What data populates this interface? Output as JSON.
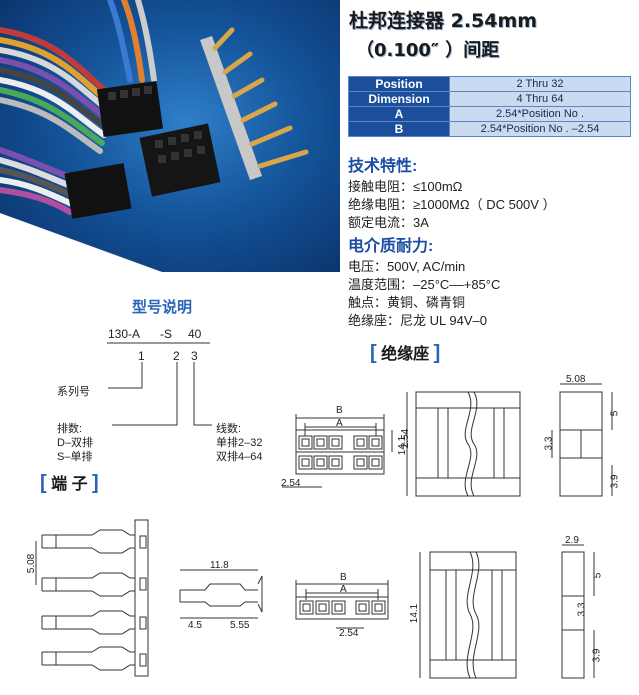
{
  "title": {
    "line1": "杜邦连接器 2.54mm",
    "line2": "（0.100″ ）间距"
  },
  "spec_table": [
    {
      "key": "Position",
      "value": "2 Thru 32"
    },
    {
      "key": "Dimension",
      "value": "4 Thru 64"
    },
    {
      "key": "A",
      "value": "2.54*Position No ."
    },
    {
      "key": "B",
      "value": "2.54*Position No . –2.54"
    }
  ],
  "tech": {
    "title": "技术特性:",
    "lines": [
      "接触电阻：≤100mΩ",
      "绝缘电阻：≥1000MΩ（ DC 500V ）",
      "额定电流：3A"
    ]
  },
  "dielectric": {
    "title": "电介质耐力:",
    "lines": [
      "电压：500V, AC/min",
      "温度范围：–25°C––+85°C",
      "触点：黄铜、磷青铜",
      "绝缘座：尼龙 UL 94V–0"
    ]
  },
  "model": {
    "title": "型号说明",
    "code_a": "130-A",
    "code_b": "-S",
    "code_c": "40",
    "n1": "1",
    "n2": "2",
    "n3": "3",
    "series": "系列号",
    "rows_label": "排数:",
    "rows_d": "D–双排",
    "rows_s": "S–单排",
    "lines_label": "线数:",
    "lines_single": "单排2–32",
    "lines_double": "双排4–64"
  },
  "insulator": {
    "bracket_open": "[",
    "label": "绝缘座",
    "bracket_close": "]"
  },
  "terminal": {
    "bracket_open": "[",
    "label": "端 子",
    "bracket_close": "]"
  },
  "dims": {
    "B": "B",
    "A": "A",
    "d254": "2.54",
    "d141": "14.1",
    "d508": "5.08",
    "d5": "5",
    "d33": "3.3",
    "d39": "3.9",
    "d118": "11.8",
    "d45": "4.5",
    "d555": "5.55",
    "d29": "2.9"
  },
  "colors": {
    "accent": "#1b4f9b",
    "table_value_bg": "#c9daf1",
    "title_blue": "#2a64b8"
  }
}
